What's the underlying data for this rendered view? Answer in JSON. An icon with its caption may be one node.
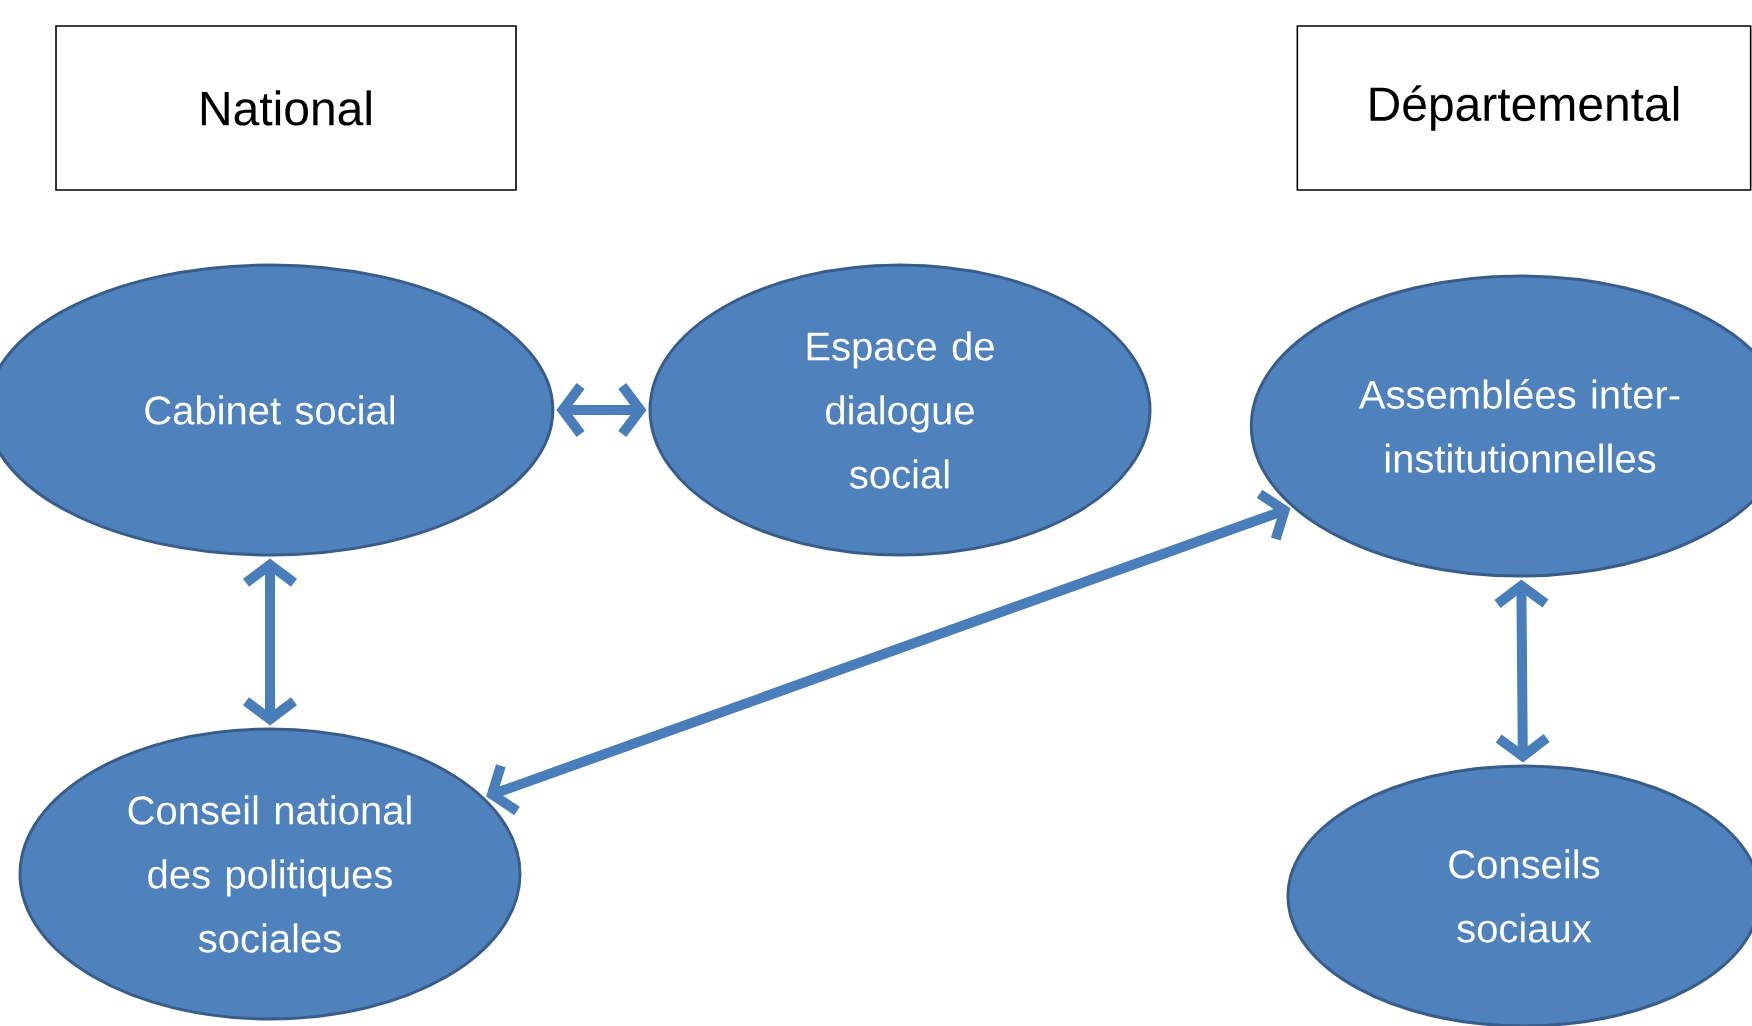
{
  "diagram": {
    "nodes": [
      {
        "text": [
          "National"
        ]
      },
      {
        "text": [
          "Départemental"
        ]
      },
      {
        "text": [
          "Cabinet social"
        ]
      },
      {
        "text": [
          "Espace de dialogue social"
        ]
      },
      {
        "text": [
          "Assemblées inter-institutionnelles"
        ]
      },
      {
        "text": [
          "Conseil national des politiques sociales"
        ]
      },
      {
        "text": [
          "Conseils sociaux"
        ]
      }
    ],
    "edges": [
      {
        "from": 2,
        "to": 3,
        "arrow": "both"
      },
      {
        "from": 2,
        "to": 5,
        "arrow": "both"
      },
      {
        "from": 5,
        "to": 4,
        "arrow": "both"
      },
      {
        "from": 4,
        "to": 6,
        "arrow": "both"
      }
    ]
  }
}
